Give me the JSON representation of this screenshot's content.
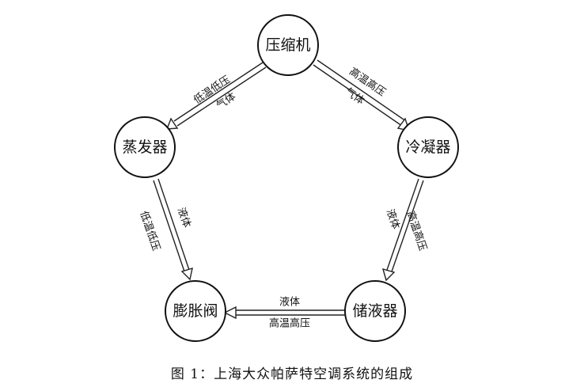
{
  "nodes": {
    "compressor": "压缩机",
    "condenser": "冷凝器",
    "receiver": "储液器",
    "expansion_valve": "膨胀阀",
    "evaporator": "蒸发器"
  },
  "edges": {
    "compressor_to_condenser": {
      "line1": "高温高压",
      "line2": "气体"
    },
    "condenser_to_receiver": {
      "line1": "高温高压",
      "line2": "液体"
    },
    "receiver_to_valve": {
      "line1": "液体",
      "line2": "高温高压"
    },
    "valve_to_evaporator": {
      "line1": "低温低压",
      "line2": "液体"
    },
    "evaporator_to_compressor": {
      "line1": "低温低压",
      "line2": "气体"
    }
  },
  "caption": "图 1：上海大众帕萨特空调系统的组成"
}
